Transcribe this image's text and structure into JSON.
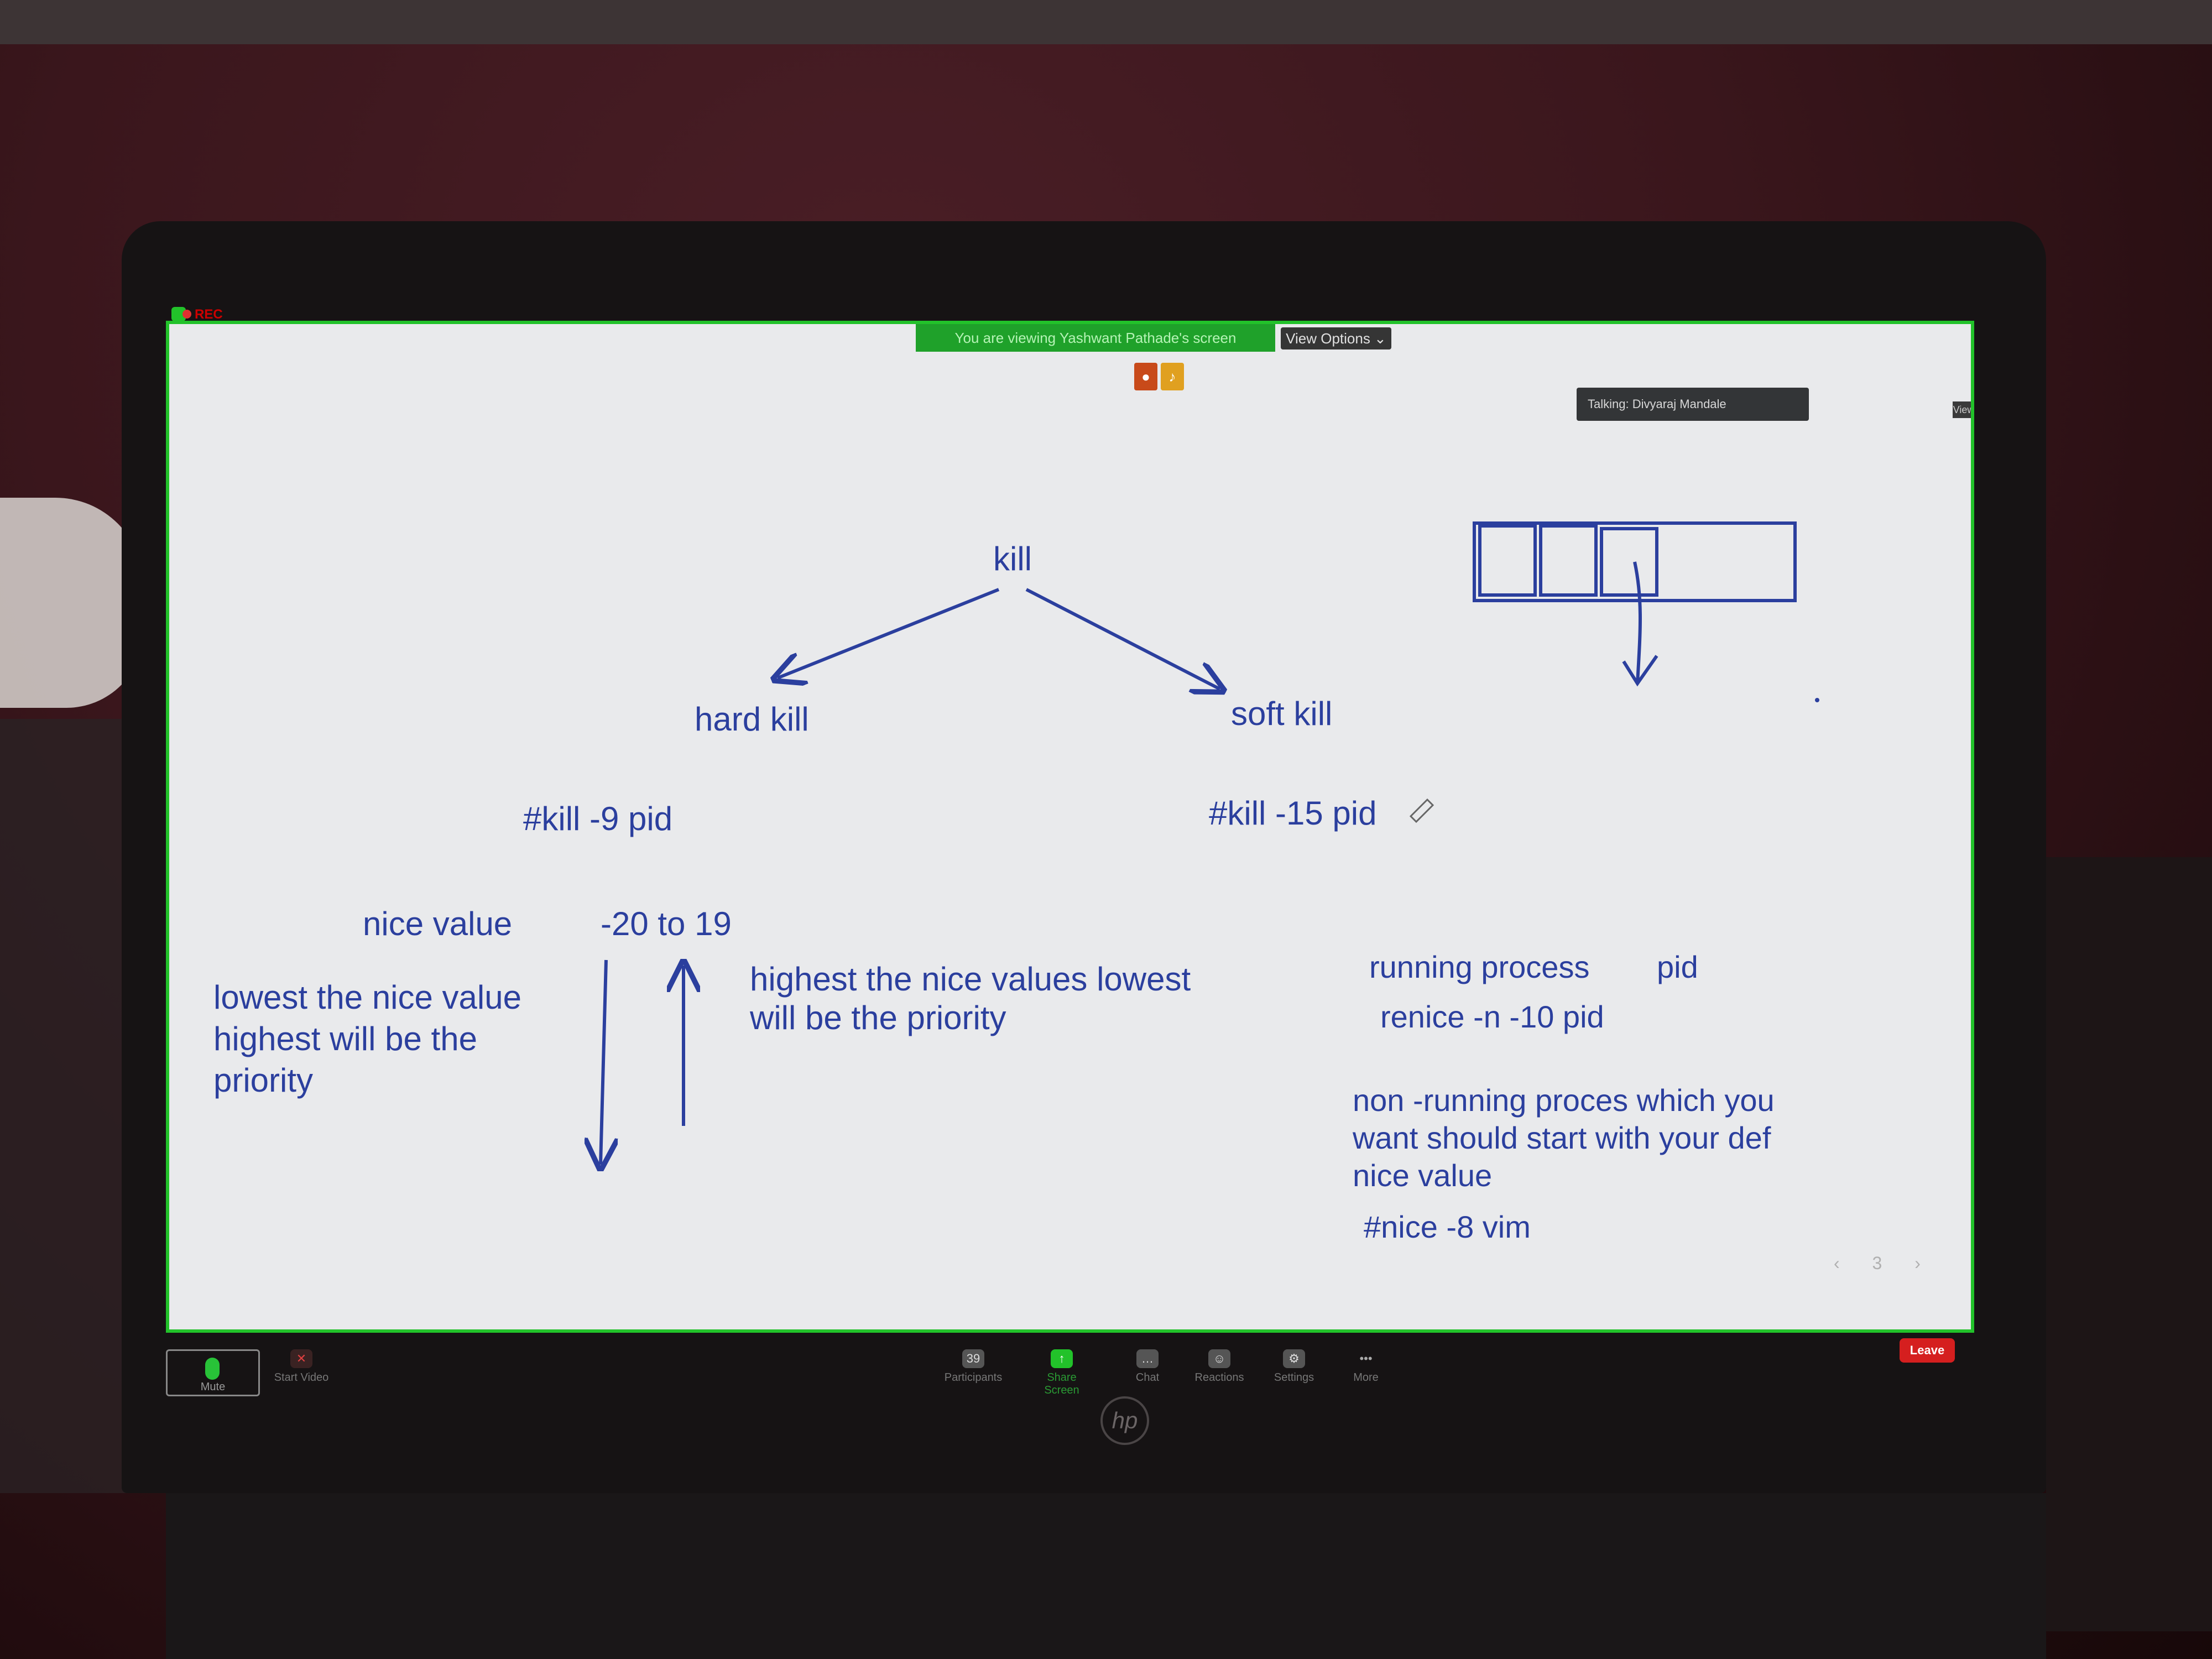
{
  "meeting": {
    "rec_label": "REC",
    "banner_text": "You are viewing Yashwant Pathade's screen",
    "view_options": "View Options ⌄",
    "talking": "Talking: Divyaraj Mandale",
    "view_label": "View"
  },
  "board": {
    "kill": "kill",
    "hard_kill": "hard kill",
    "soft_kill": "soft kill",
    "hard_cmd": "#kill -9  pid",
    "soft_cmd": "#kill  -15  pid",
    "nice_value": "nice value",
    "nice_range": "-20  to  19",
    "lowest_note": "lowest the nice value\n highest will be the\n priority",
    "highest_note": "highest the nice values lowest\nwill be the priority",
    "running_process": "running process",
    "running_pid": "pid",
    "renice_cmd": "renice -n -10 pid",
    "non_running_note": "non -running proces which you\nwant should start with your def\nnice value",
    "nice_cmd": "#nice  -8 vim"
  },
  "pager": {
    "prev": "‹",
    "page": "3",
    "next": "›"
  },
  "toolbar": {
    "mute": "Mute",
    "start_video": "Start Video",
    "participants": "Participants",
    "participants_count": "39",
    "share_screen": "Share Screen",
    "chat": "Chat",
    "reactions": "Reactions",
    "settings": "Settings",
    "more": "More",
    "leave": "Leave"
  },
  "brand": {
    "logo": "hp"
  },
  "colors": {
    "ink": "#2b3f9e",
    "zoom_green": "#22c22a",
    "leave_red": "#d51f1f"
  }
}
